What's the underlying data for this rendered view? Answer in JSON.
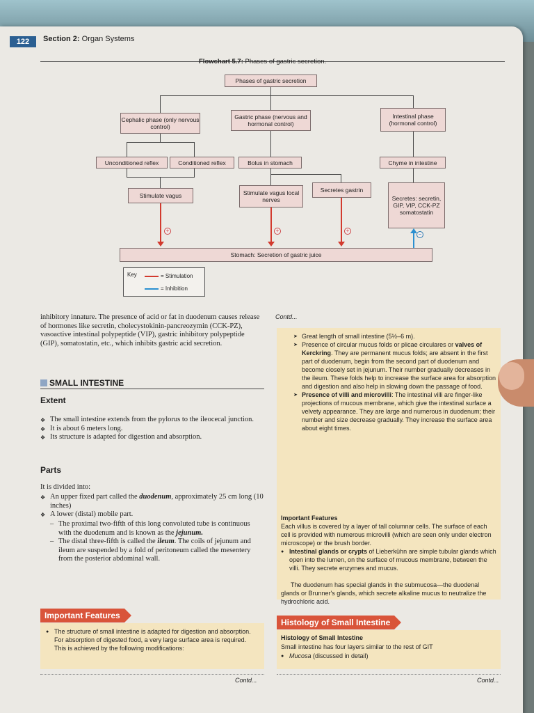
{
  "header": {
    "page_number": "122",
    "section_bold": "Section 2:",
    "section_text": " Organ Systems"
  },
  "flowchart": {
    "title_bold": "Flowchart 5.7:",
    "title_text": " Phases of gastric secretion.",
    "root": "Phases of gastric secretion",
    "cephalic": "Cephalic phase (only nervous control)",
    "gastric": "Gastric phase (nervous and hormonal control)",
    "intestinal": "Intestinal phase (hormonal control)",
    "unconditioned": "Unconditioned reflex",
    "conditioned": "Conditioned reflex",
    "bolus": "Bolus in stomach",
    "chyme": "Chyme in intestine",
    "stim_vagus": "Stimulate vagus",
    "stim_vagus_local": "Stimulate vagus local nerves",
    "secretes_gastrin": "Secretes gastrin",
    "secretes_list": "Secretes: secretin, GIP, VIP, CCK-PZ somatostatin",
    "stomach": "Stomach: Secretion of gastric juice",
    "key_label": "Key",
    "key_stim": "= Stimulation",
    "key_inhib": "= Inhibition",
    "plus": "+",
    "minus": "−"
  },
  "left": {
    "intro": "inhibitory innature. The presence of acid or fat in duodenum causes release of hormones like secretin, cholecystokinin-pancreozymin (CCK-PZ), vasoactive intestinal polypeptide (VIP), gastric inhibitory polypeptide (GIP), somatostatin, etc., which inhibits gastric acid secretion.",
    "heading": "SMALL INTESTINE",
    "extent_heading": "Extent",
    "extent_items": [
      "The small intestine extends from the pylorus to the ileocecal junction.",
      "It is about 6 meters long.",
      "Its structure is adapted for digestion and absorption."
    ],
    "parts_heading": "Parts",
    "parts_intro": "It is divided into:",
    "part1_a": "An upper fixed part called the ",
    "part1_b": "duodenum",
    "part1_c": ", approximately 25 cm long (10 inches)",
    "part2": "A lower (distal) mobile part.",
    "sub1_a": "The proximal two-fifth of this long convoluted tube is continuous with the duodenum and is known as the ",
    "sub1_b": "jejunum.",
    "sub2_a": "The distal three-fifth is called the ",
    "sub2_b": "ileum",
    "sub2_c": ". The coils of jejunum and ileum are suspended by a fold of peritoneum called the mesentery from the posterior abdominal wall.",
    "banner": "Important Features",
    "feature_text": "The structure of small intestine is adapted for digestion and absorption. For absorption of digested food, a very large surface area is required. This is achieved by the following modifications:",
    "contd": "Contd..."
  },
  "right": {
    "contd_top": "Contd...",
    "item1": "Great length of small intestine (5½–6 m).",
    "item2_a": "Presence of circular mucus folds or plicae circulares or ",
    "item2_b": "valves of Kerckring",
    "item2_c": ". They are permanent mucus folds; are absent in the first part of duodenum, begin from the second part of duodenum and become closely set in jejunum. Their number gradually decreases in the ileum. These folds help to increase the surface area for absorption and digestion and also help in slowing down the passage of food.",
    "item3_a": "Presence of villi and microvilli",
    "item3_b": ": The intestinal villi are finger-like projections of mucous membrane, which give the intestinal surface a velvety appearance. They are large and numerous in duodenum; their number and size decrease gradually. They increase the surface area about eight times.",
    "imp_heading": "Important Features",
    "imp_text": "Each villus is covered by a layer of tall columnar cells. The surface of each cell is provided with numerous microvilli (which are seen only under electron microscope) or the brush border.",
    "glands_a": "Intestinal glands or crypts",
    "glands_b": " of Lieberkühn are simple tubular glands which open into the lumen, on the surface of mucous membrane, between the villi. They secrete enzymes and mucus.",
    "duodenum_text": "The duodenum has special glands in the submucosa—the duodenal glands or Brunner's glands, which secrete alkaline mucus to neutralize the hydrochloric acid.",
    "histo_banner": "Histology of Small Intestine",
    "histo_heading": "Histology of Small Intestine",
    "histo_text": "Small intestine has four layers similar to the rest of GIT",
    "histo_item": "Mucosa",
    "histo_item_note": " (discussed in detail)",
    "contd_bottom": "Contd..."
  }
}
